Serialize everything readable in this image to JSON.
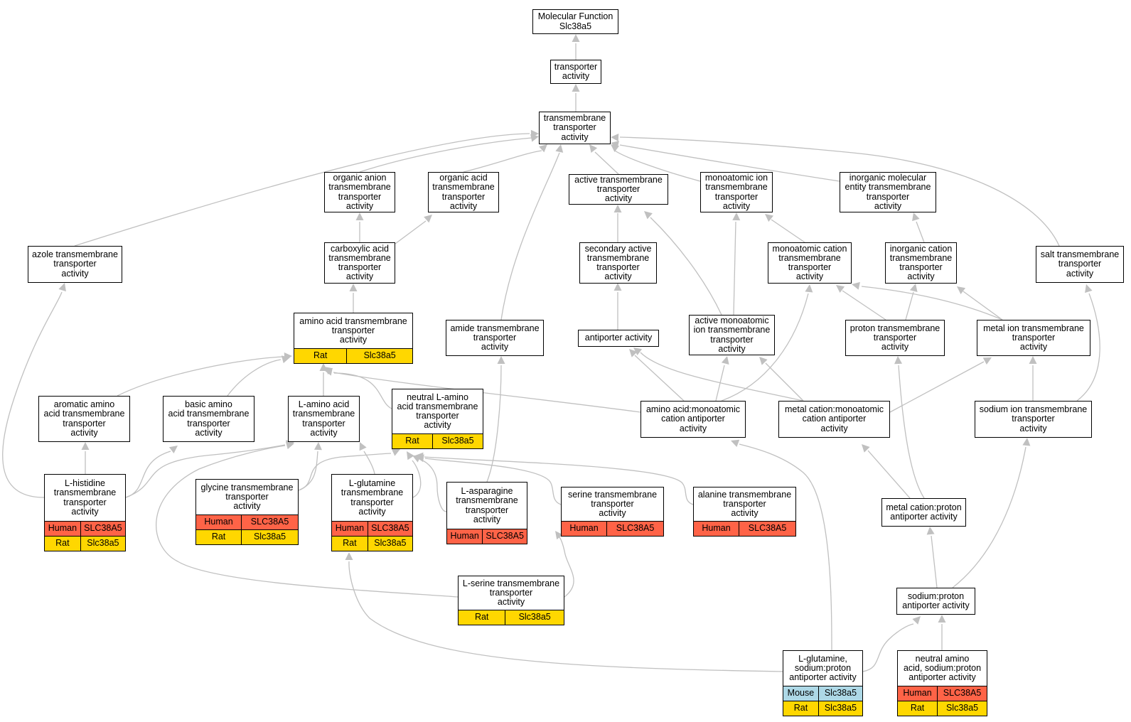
{
  "colors": {
    "edge": "#c0c0c0",
    "human": "#ff6347",
    "rat": "#ffd700",
    "mouse": "#add8e6"
  },
  "nodes": [
    {
      "id": "mf",
      "label": "Molecular Function\nSlc38a5"
    },
    {
      "id": "ta",
      "label": "transporter\nactivity"
    },
    {
      "id": "tta",
      "label": "transmembrane\ntransporter\nactivity"
    },
    {
      "id": "oan",
      "label": "organic anion\ntransmembrane\ntransporter\nactivity"
    },
    {
      "id": "oac",
      "label": "organic acid\ntransmembrane\ntransporter\nactivity"
    },
    {
      "id": "act",
      "label": "active transmembrane\ntransporter\nactivity"
    },
    {
      "id": "mion",
      "label": "monoatomic ion\ntransmembrane\ntransporter\nactivity"
    },
    {
      "id": "imol",
      "label": "inorganic molecular\nentity transmembrane\ntransporter\nactivity"
    },
    {
      "id": "azole",
      "label": "azole transmembrane\ntransporter\nactivity"
    },
    {
      "id": "carb",
      "label": "carboxylic acid\ntransmembrane\ntransporter\nactivity"
    },
    {
      "id": "sec",
      "label": "secondary active\ntransmembrane\ntransporter\nactivity"
    },
    {
      "id": "mcat",
      "label": "monoatomic cation\ntransmembrane\ntransporter\nactivity"
    },
    {
      "id": "icat",
      "label": "inorganic cation\ntransmembrane\ntransporter\nactivity"
    },
    {
      "id": "salt",
      "label": "salt transmembrane\ntransporter\nactivity"
    },
    {
      "id": "aa",
      "label": "amino acid transmembrane\ntransporter\nactivity",
      "rows": [
        [
          {
            "sp": "rat",
            "text": "Rat"
          },
          {
            "sp": "rat",
            "text": "Slc38a5"
          }
        ]
      ]
    },
    {
      "id": "amide",
      "label": "amide transmembrane\ntransporter\nactivity"
    },
    {
      "id": "anti",
      "label": "antiporter activity"
    },
    {
      "id": "amion",
      "label": "active monoatomic\nion transmembrane\ntransporter\nactivity"
    },
    {
      "id": "proton",
      "label": "proton transmembrane\ntransporter\nactivity"
    },
    {
      "id": "metal",
      "label": "metal ion transmembrane\ntransporter\nactivity"
    },
    {
      "id": "arom",
      "label": "aromatic amino\nacid transmembrane\ntransporter\nactivity"
    },
    {
      "id": "basic",
      "label": "basic amino\nacid transmembrane\ntransporter\nactivity"
    },
    {
      "id": "laa",
      "label": "L-amino acid\ntransmembrane\ntransporter\nactivity"
    },
    {
      "id": "nlaa",
      "label": "neutral L-amino\nacid transmembrane\ntransporter\nactivity",
      "rows": [
        [
          {
            "sp": "rat",
            "text": "Rat"
          },
          {
            "sp": "rat",
            "text": "Slc38a5"
          }
        ]
      ]
    },
    {
      "id": "aamca",
      "label": "amino acid:monoatomic\ncation antiporter\nactivity"
    },
    {
      "id": "mcmca",
      "label": "metal cation:monoatomic\ncation antiporter\nactivity"
    },
    {
      "id": "sodium",
      "label": "sodium ion transmembrane\ntransporter\nactivity"
    },
    {
      "id": "lhis",
      "label": "L-histidine\ntransmembrane\ntransporter\nactivity",
      "rows": [
        [
          {
            "sp": "human",
            "text": "Human"
          },
          {
            "sp": "human",
            "text": "SLC38A5"
          }
        ],
        [
          {
            "sp": "rat",
            "text": "Rat"
          },
          {
            "sp": "rat",
            "text": "Slc38a5"
          }
        ]
      ]
    },
    {
      "id": "gly",
      "label": "glycine transmembrane\ntransporter\nactivity",
      "rows": [
        [
          {
            "sp": "human",
            "text": "Human"
          },
          {
            "sp": "human",
            "text": "SLC38A5"
          }
        ],
        [
          {
            "sp": "rat",
            "text": "Rat"
          },
          {
            "sp": "rat",
            "text": "Slc38a5"
          }
        ]
      ]
    },
    {
      "id": "lgln",
      "label": "L-glutamine\ntransmembrane\ntransporter\nactivity",
      "rows": [
        [
          {
            "sp": "human",
            "text": "Human"
          },
          {
            "sp": "human",
            "text": "SLC38A5"
          }
        ],
        [
          {
            "sp": "rat",
            "text": "Rat"
          },
          {
            "sp": "rat",
            "text": "Slc38a5"
          }
        ]
      ]
    },
    {
      "id": "lasn",
      "label": "L-asparagine\ntransmembrane\ntransporter\nactivity",
      "rows": [
        [
          {
            "sp": "human",
            "text": "Human"
          },
          {
            "sp": "human",
            "text": "SLC38A5"
          }
        ]
      ]
    },
    {
      "id": "ser",
      "label": "serine transmembrane\ntransporter\nactivity",
      "rows": [
        [
          {
            "sp": "human",
            "text": "Human"
          },
          {
            "sp": "human",
            "text": "SLC38A5"
          }
        ]
      ]
    },
    {
      "id": "ala",
      "label": "alanine transmembrane\ntransporter\nactivity",
      "rows": [
        [
          {
            "sp": "human",
            "text": "Human"
          },
          {
            "sp": "human",
            "text": "SLC38A5"
          }
        ]
      ]
    },
    {
      "id": "mcpa",
      "label": "metal cation:proton\nantiporter activity"
    },
    {
      "id": "lser",
      "label": "L-serine transmembrane\ntransporter\nactivity",
      "rows": [
        [
          {
            "sp": "rat",
            "text": "Rat"
          },
          {
            "sp": "rat",
            "text": "Slc38a5"
          }
        ]
      ]
    },
    {
      "id": "spa",
      "label": "sodium:proton\nantiporter activity"
    },
    {
      "id": "lglnsp",
      "label": "L-glutamine,\nsodium:proton\nantiporter activity",
      "rows": [
        [
          {
            "sp": "mouse",
            "text": "Mouse"
          },
          {
            "sp": "mouse",
            "text": "Slc38a5"
          }
        ],
        [
          {
            "sp": "rat",
            "text": "Rat"
          },
          {
            "sp": "rat",
            "text": "Slc38a5"
          }
        ]
      ]
    },
    {
      "id": "naasp",
      "label": "neutral amino\nacid, sodium:proton\nantiporter activity",
      "rows": [
        [
          {
            "sp": "human",
            "text": "Human"
          },
          {
            "sp": "human",
            "text": "SLC38A5"
          }
        ],
        [
          {
            "sp": "rat",
            "text": "Rat"
          },
          {
            "sp": "rat",
            "text": "Slc38a5"
          }
        ]
      ]
    }
  ]
}
